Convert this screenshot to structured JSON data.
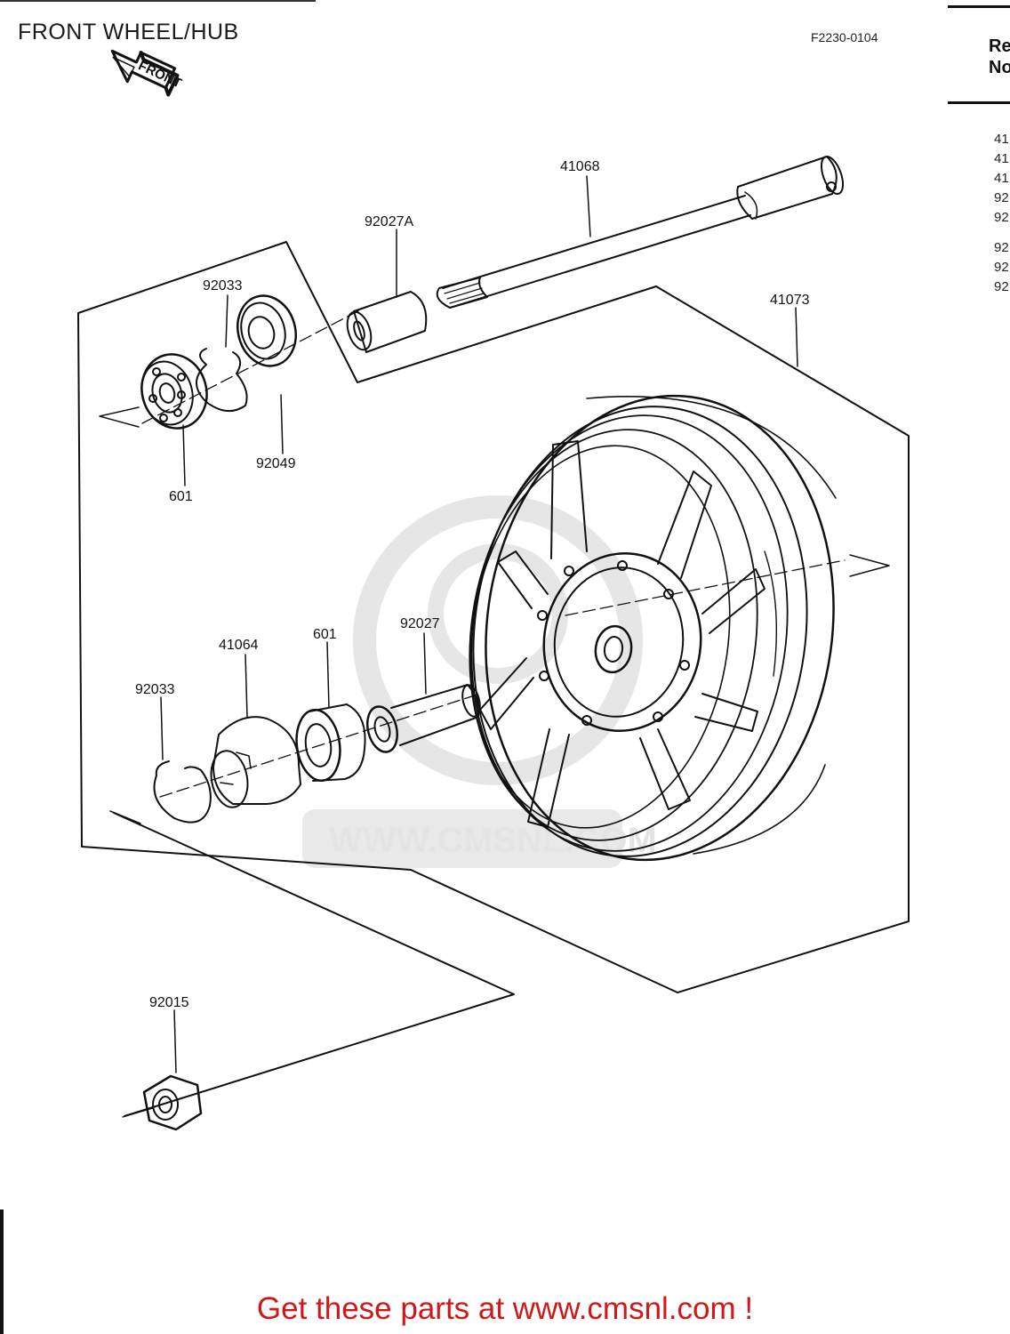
{
  "title": "FRONT WHEEL/HUB",
  "diagram_ref": "F2230-0104",
  "front_arrow_label": "FRONT",
  "watermark": "WWW.CMSNL.COM",
  "part_labels": {
    "axle": "41068",
    "collar_a": "92027A",
    "wheel": "41073",
    "circlip_upper": "92033",
    "seal_upper": "92049",
    "bearing_upper": "601",
    "coupling": "41064",
    "bearing_lower": "601",
    "collar": "92027",
    "circlip_lower": "92033",
    "nut": "92015"
  },
  "side_table": {
    "header_line1": "Re",
    "header_line2": "No",
    "rows": [
      "41",
      "41",
      "41",
      "92",
      "92",
      "92",
      "92",
      "92"
    ]
  },
  "footer_text": "Get these parts at www.cmsnl.com !",
  "colors": {
    "footer": "#d01818",
    "line": "#111111",
    "watermark": "#e4e4e4"
  }
}
